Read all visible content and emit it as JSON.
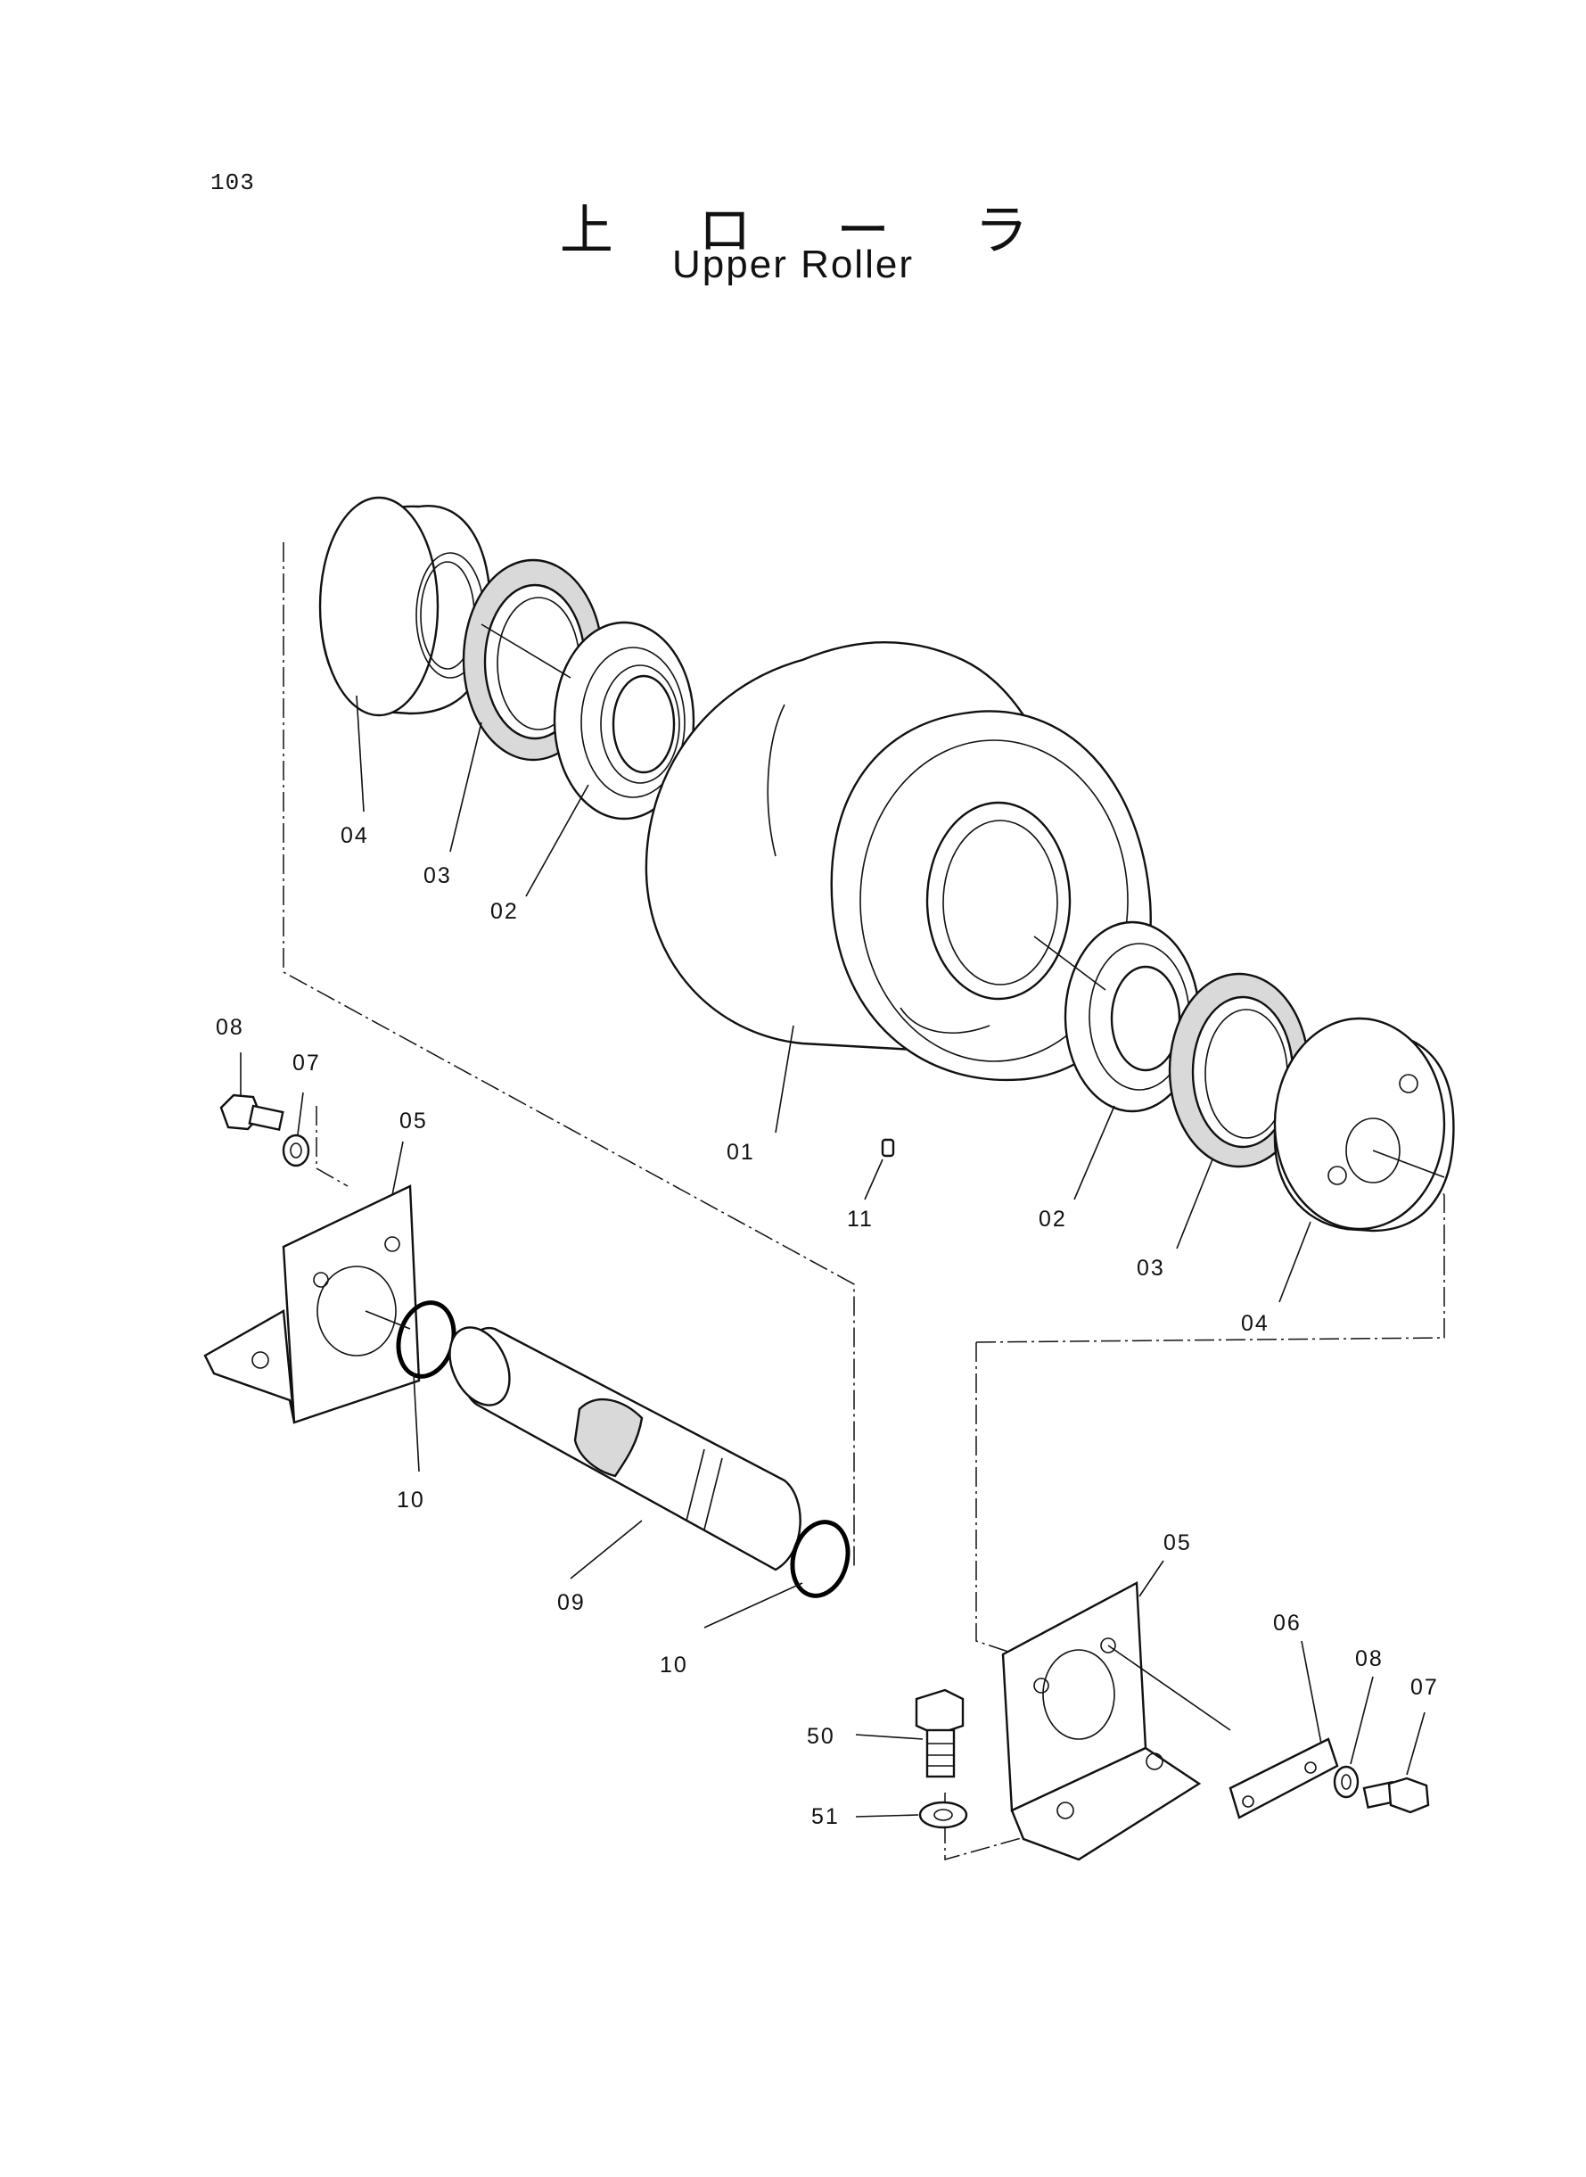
{
  "page": {
    "number": "103",
    "title_ja": "上 ロ ー ラ",
    "title_en": "Upper Roller"
  },
  "callouts": [
    {
      "id": "c01",
      "label": "01"
    },
    {
      "id": "c02a",
      "label": "02"
    },
    {
      "id": "c02b",
      "label": "02"
    },
    {
      "id": "c03a",
      "label": "03"
    },
    {
      "id": "c03b",
      "label": "03"
    },
    {
      "id": "c04a",
      "label": "04"
    },
    {
      "id": "c04b",
      "label": "04"
    },
    {
      "id": "c05a",
      "label": "05"
    },
    {
      "id": "c05b",
      "label": "05"
    },
    {
      "id": "c06",
      "label": "06"
    },
    {
      "id": "c07a",
      "label": "07"
    },
    {
      "id": "c07b",
      "label": "07"
    },
    {
      "id": "c08a",
      "label": "08"
    },
    {
      "id": "c08b",
      "label": "08"
    },
    {
      "id": "c09",
      "label": "09"
    },
    {
      "id": "c10a",
      "label": "10"
    },
    {
      "id": "c10b",
      "label": "10"
    },
    {
      "id": "c11",
      "label": "11"
    },
    {
      "id": "c50",
      "label": "50"
    },
    {
      "id": "c51",
      "label": "51"
    }
  ]
}
